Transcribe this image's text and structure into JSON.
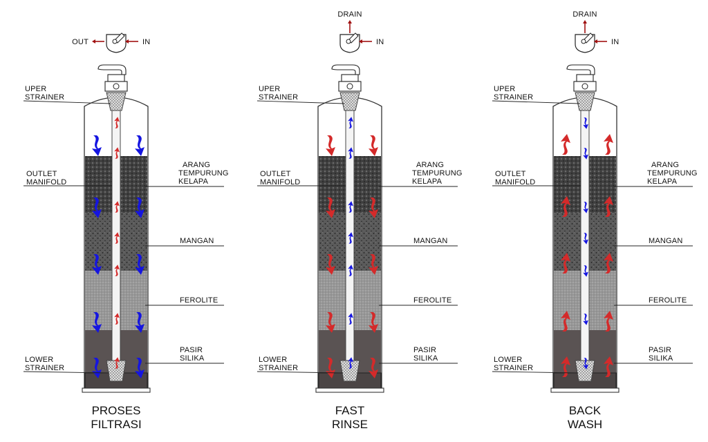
{
  "colors": {
    "downflow": "#1515e0",
    "upflow": "#d42a2a",
    "outline": "#333333"
  },
  "icons": [
    "arrow-down-icon",
    "arrow-up-icon",
    "valve-handle-icon"
  ],
  "layers": [
    {
      "key": "carbon",
      "label_lines": [
        "ARANG",
        "TEMPURUNG",
        "KELAPA"
      ],
      "color": "#4a4a4a",
      "pattern": "dots-dark"
    },
    {
      "key": "manganese",
      "label_lines": [
        "MANGAN"
      ],
      "color": "#5e5e5e",
      "pattern": "speckle"
    },
    {
      "key": "ferolite",
      "label_lines": [
        "FEROLITE"
      ],
      "color": "#8f8f8f",
      "pattern": "fine"
    },
    {
      "key": "silica",
      "label_lines": [
        "PASIR",
        "SILIKA"
      ],
      "color": "#5a5353",
      "pattern": "none"
    }
  ],
  "side_labels": {
    "upper_strainer": [
      "UPER",
      "STRAINER"
    ],
    "outlet_manifold": [
      "OUTLET",
      "MANIFOLD"
    ],
    "lower_strainer": [
      "LOWER",
      "STRAINER"
    ]
  },
  "panels": [
    {
      "id": "filtration",
      "caption_lines": [
        "PROSES",
        "FILTRASI"
      ],
      "valve_labels": {
        "left": "OUT",
        "right": "IN",
        "top": ""
      },
      "side_arrows": "down",
      "pipe_arrows": "up",
      "pipe_arrow_color": "upflow"
    },
    {
      "id": "fast-rinse",
      "caption_lines": [
        "FAST",
        "RINSE"
      ],
      "valve_labels": {
        "left": "",
        "right": "IN",
        "top": "DRAIN"
      },
      "side_arrows": "down",
      "pipe_arrows": "up",
      "pipe_arrow_color": "downflow",
      "side_arrow_color": "upflow"
    },
    {
      "id": "back-wash",
      "caption_lines": [
        "BACK",
        "WASH"
      ],
      "valve_labels": {
        "left": "",
        "right": "IN",
        "top": "DRAIN"
      },
      "side_arrows": "up",
      "pipe_arrows": "down",
      "pipe_arrow_color": "downflow",
      "side_arrow_color": "upflow"
    }
  ]
}
